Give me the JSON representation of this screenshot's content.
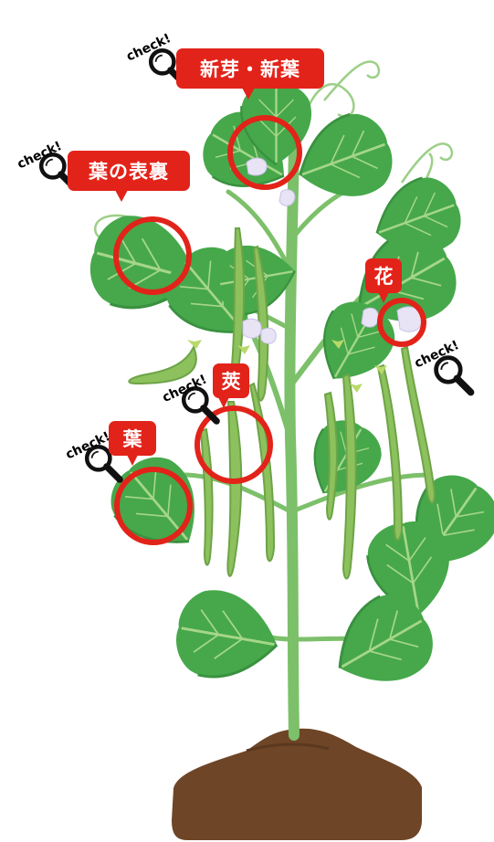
{
  "callouts": {
    "shinme_shinba": "新芽・新葉",
    "ha_no_hyouri": "葉の表裏",
    "hana": "花",
    "saya": "莢",
    "ha": "葉"
  },
  "check_label": "check!",
  "colors": {
    "callout_red": "#e2231a",
    "leaf_green": "#46a84a",
    "stem_green": "#7cc06a",
    "pod_green": "#8dc15d",
    "soil_brown": "#6e4526",
    "flower_lilac": "#e8e3f5"
  }
}
